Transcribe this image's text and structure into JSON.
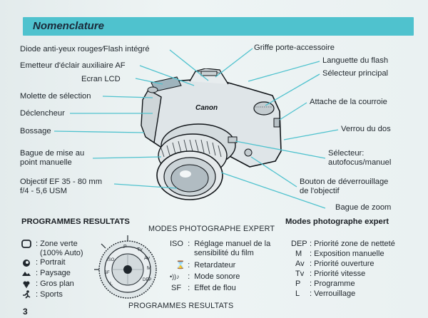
{
  "section_title": "Nomenclature",
  "callouts_left": [
    "Diode anti-yeux rouges∕Flash intégré",
    "Emetteur d'éclair auxiliaire AF",
    "Ecran LCD",
    "Molette de sélection",
    "Déclencheur",
    "Bossage",
    "Bague de mise au",
    "point manuelle",
    "Objectif EF 35 - 80 mm",
    "f/4 - 5,6 USM"
  ],
  "callouts_right": [
    "Griffe porte-accessoire",
    "Languette du flash",
    "Sélecteur principal",
    "Attache de la courroie",
    "Verrou du dos",
    "Sélecteur:",
    "autofocus/manuel",
    "Bouton de déverrouillage",
    "de l'objectif",
    "Bague de zoom"
  ],
  "camera": {
    "brand": "Canon"
  },
  "results": {
    "heading": "PROGRAMMES RESULTATS",
    "items": [
      {
        "icon": "green-zone-icon",
        "label": ": Zone verte",
        "label2": "(100% Auto)"
      },
      {
        "icon": "portrait-icon",
        "label": ": Portrait"
      },
      {
        "icon": "landscape-icon",
        "label": ": Paysage"
      },
      {
        "icon": "closeup-icon",
        "label": ": Gros plan"
      },
      {
        "icon": "sports-icon",
        "label": ": Sports"
      }
    ]
  },
  "dial": {
    "top_label": "MODES PHOTOGRAPHE EXPERT",
    "bottom_label": "PROGRAMMES RESULTATS",
    "marks": [
      "P",
      "Tv",
      "Av",
      "M",
      "DEP",
      "ISO",
      "SF",
      "L"
    ]
  },
  "center_list": [
    {
      "key": "ISO",
      "sep": ":",
      "label": "Réglage manuel de la",
      "label2": "sensibilité du film"
    },
    {
      "key": "⌛",
      "sep": ":",
      "label": "Retardateur"
    },
    {
      "key": "•))♪",
      "sep": ":",
      "label": "Mode sonore"
    },
    {
      "key": "SF",
      "sep": ":",
      "label": "Effet de flou"
    }
  ],
  "expert": {
    "heading": "Modes photographe expert",
    "items": [
      {
        "key": "DEP",
        "label": ": Priorité zone de netteté"
      },
      {
        "key": "M",
        "label": ": Exposition manuelle"
      },
      {
        "key": "Av",
        "label": ": Priorité ouverture"
      },
      {
        "key": "Tv",
        "label": ": Priorité vitesse"
      },
      {
        "key": "P",
        "label": ": Programme"
      },
      {
        "key": "L",
        "label": ": Verrouillage"
      }
    ]
  },
  "page_number": "3",
  "colors": {
    "title_bar": "#4fc2ce",
    "leader_lines": "#4fc2ce",
    "background": "#eaf1f2"
  }
}
